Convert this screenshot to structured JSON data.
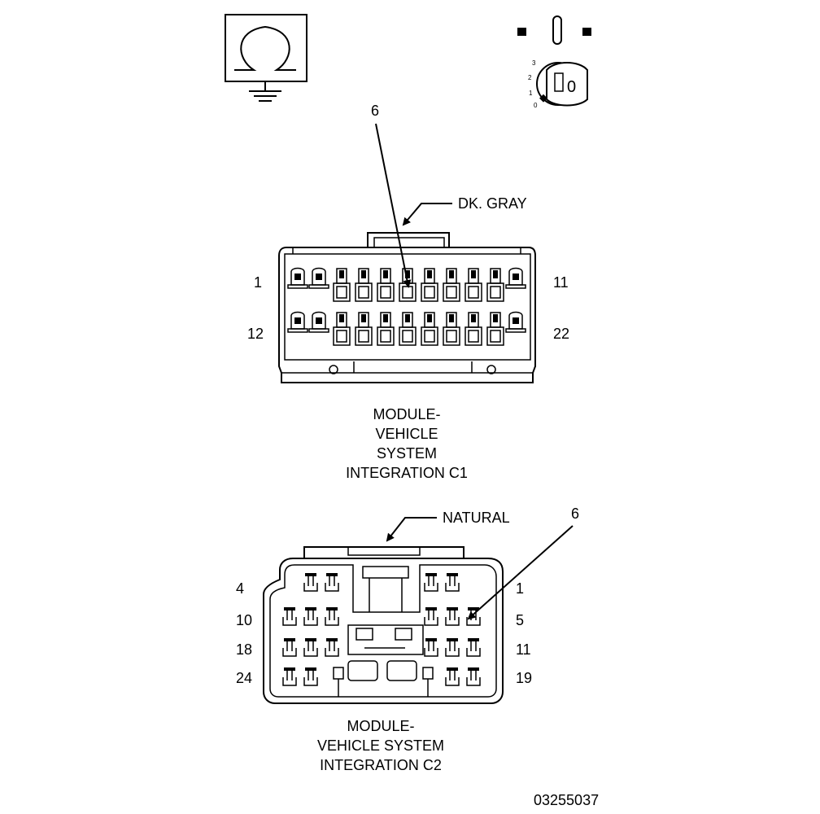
{
  "symbols": {
    "ground_icon": "ground-symbol",
    "ignition_icon": "ignition-key-symbol",
    "ignition_positions": [
      "3",
      "2",
      "1",
      "0"
    ],
    "key_label": "0"
  },
  "connector_c1": {
    "color_callout": "DK. GRAY",
    "pointer_label": "6",
    "pin_labels": {
      "top_left": "1",
      "top_right": "11",
      "bottom_left": "12",
      "bottom_right": "22"
    },
    "caption": [
      "MODULE-",
      "VEHICLE",
      "SYSTEM",
      "INTEGRATION C1"
    ]
  },
  "connector_c2": {
    "color_callout": "NATURAL",
    "pointer_label": "6",
    "pin_labels": {
      "row1_left": "4",
      "row1_right": "1",
      "row2_left": "10",
      "row2_right": "5",
      "row3_left": "18",
      "row3_right": "11",
      "row4_left": "24",
      "row4_right": "19"
    },
    "caption": [
      "MODULE-",
      "VEHICLE SYSTEM",
      "INTEGRATION C2"
    ]
  },
  "figure_id": "03255037"
}
